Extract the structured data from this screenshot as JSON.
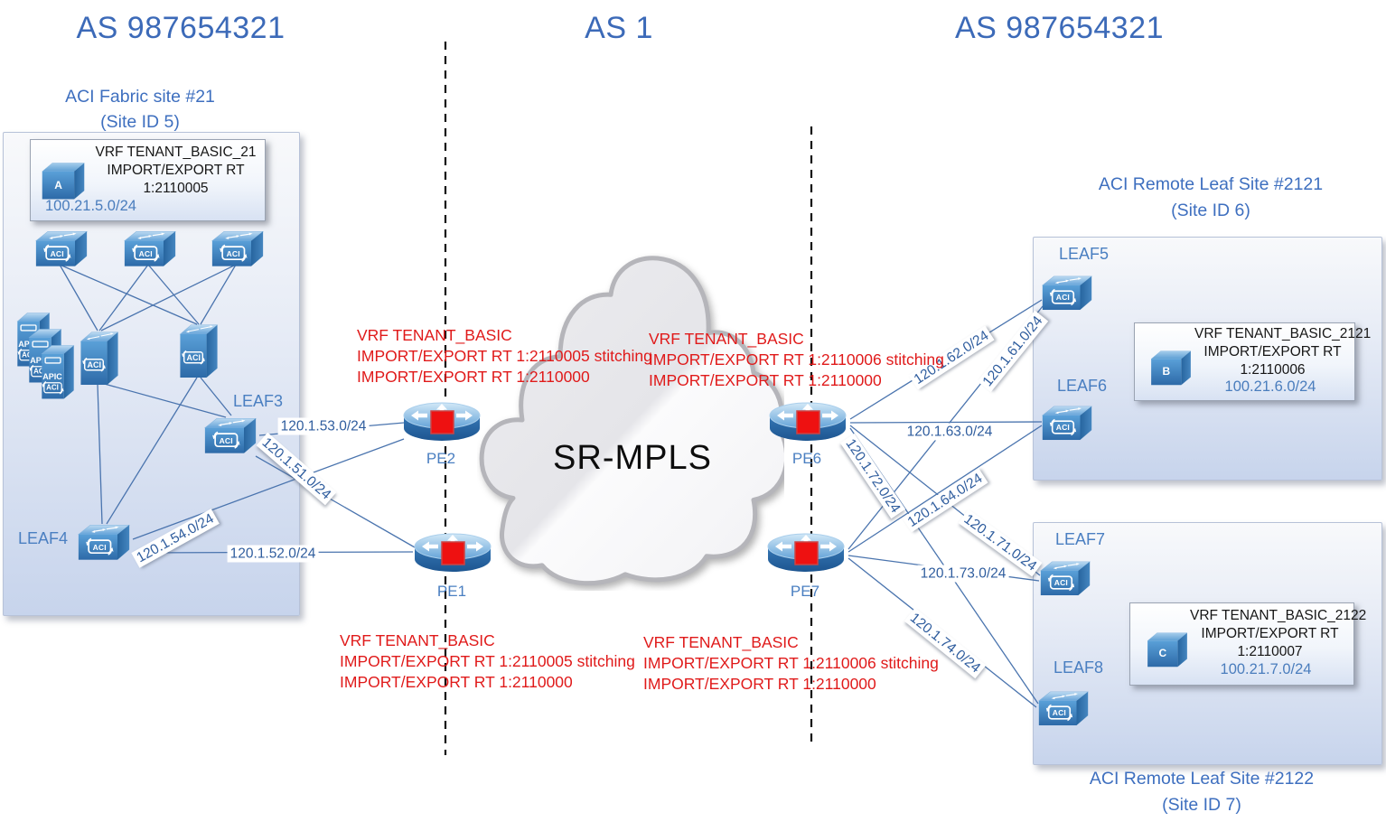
{
  "titles": {
    "as_left": "AS 987654321",
    "as_center": "AS 1",
    "as_right": "AS 987654321"
  },
  "icons": {
    "aci": "ACI",
    "apic": "APIC"
  },
  "cloud": {
    "label": "SR-MPLS"
  },
  "fabric_site": {
    "title": "ACI Fabric site #21",
    "subtitle": "(Site ID 5)",
    "leaf3": "LEAF3",
    "leaf4": "LEAF4",
    "vrf_box": {
      "name": "VRF TENANT_BASIC_21",
      "rt_label": "IMPORT/EXPORT RT",
      "rt_value": "1:2110005",
      "subnet": "100.21.5.0/24",
      "cube_letter": "A"
    }
  },
  "remote_site_2121": {
    "title": "ACI Remote Leaf Site #2121",
    "subtitle": "(Site ID 6)",
    "leaf5": "LEAF5",
    "leaf6": "LEAF6",
    "vrf_box": {
      "name": "VRF TENANT_BASIC_2121",
      "rt_label": "IMPORT/EXPORT RT",
      "rt_value": "1:2110006",
      "subnet": "100.21.6.0/24",
      "cube_letter": "B"
    }
  },
  "remote_site_2122": {
    "title": "ACI Remote Leaf Site #2122",
    "subtitle": "(Site ID 7)",
    "leaf7": "LEAF7",
    "leaf8": "LEAF8",
    "vrf_box": {
      "name": "VRF TENANT_BASIC_2122",
      "rt_label": "IMPORT/EXPORT RT",
      "rt_value": "1:2110007",
      "subnet": "100.21.7.0/24",
      "cube_letter": "C"
    }
  },
  "routers": {
    "pe1": "PE1",
    "pe2": "PE2",
    "pe6": "PE6",
    "pe7": "PE7"
  },
  "vrf_notes": {
    "pe2": [
      "VRF TENANT_BASIC",
      "IMPORT/EXPORT RT 1:2110005 stitching",
      "IMPORT/EXPORT RT 1:2110000"
    ],
    "pe1": [
      "VRF TENANT_BASIC",
      "IMPORT/EXPORT RT 1:2110005 stitching",
      "IMPORT/EXPORT RT 1:2110000"
    ],
    "pe6": [
      "VRF TENANT_BASIC",
      "IMPORT/EXPORT RT 1:2110006 stitching",
      "IMPORT/EXPORT RT 1:2110000"
    ],
    "pe7": [
      "VRF TENANT_BASIC",
      "IMPORT/EXPORT RT 1:2110006 stitching",
      "IMPORT/EXPORT RT 1:2110000"
    ]
  },
  "links": {
    "leaf3_pe2": "120.1.53.0/24",
    "leaf3_pe1": "120.1.51.0/24",
    "leaf4_pe2": "120.1.54.0/24",
    "leaf4_pe1": "120.1.52.0/24",
    "pe6_leaf5": "120.1.62.0/24",
    "pe7_leaf5": "120.1.61.0/24",
    "pe6_leaf6": "120.1.63.0/24",
    "pe7_leaf6": "120.1.64.0/24",
    "pe6_leaf7": "120.1.71.0/24",
    "pe7_leaf7": "120.1.73.0/24",
    "pe6_leaf8": "120.1.72.0/24",
    "pe7_leaf8": "120.1.74.0/24"
  },
  "colors": {
    "accent_blue": "#3c6ab8",
    "label_blue": "#2f5d9e",
    "note_red": "#e01a1a",
    "device_blue": "#3c7fc0"
  }
}
